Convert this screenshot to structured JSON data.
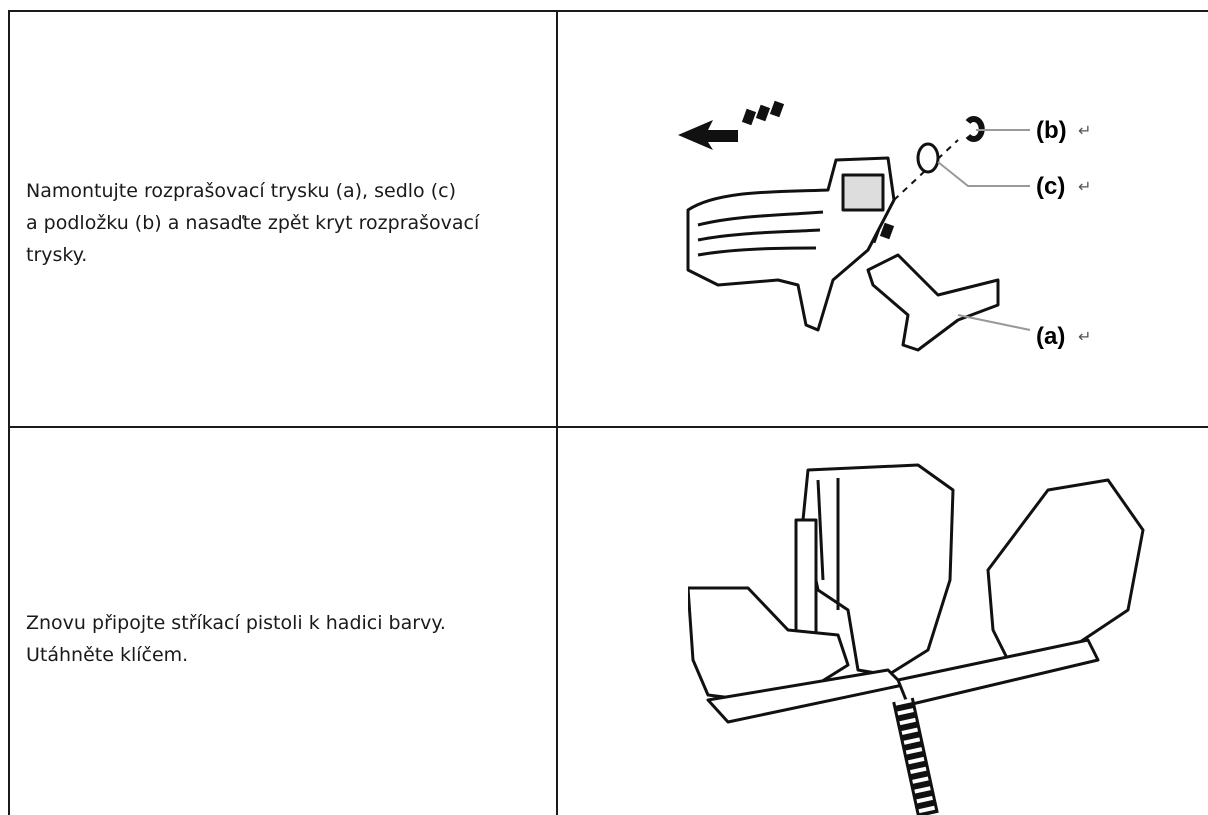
{
  "rows": [
    {
      "text_lines": [
        "Namontujte rozprašovací trysku (a), sedlo (c)",
        "a podložku (b) a nasaďte zpět kryt rozprašovací",
        "trysky."
      ],
      "figure": {
        "labels": {
          "b": "(b)",
          "c": "(c)",
          "a": "(a)"
        },
        "return_mark": "↵"
      }
    },
    {
      "text_lines": [
        "Znovu připojte stříkací pistoli k hadici barvy.",
        "Utáhněte klíčem."
      ]
    }
  ]
}
